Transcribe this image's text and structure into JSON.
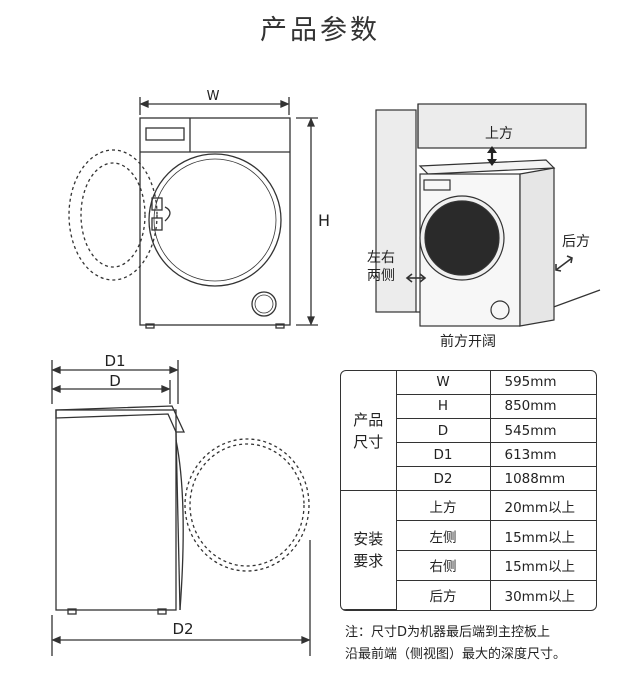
{
  "title": "产品参数",
  "front_view": {
    "width_label": "W",
    "height_label": "H"
  },
  "install_view": {
    "top_label": "上方",
    "rear_label": "后方",
    "sides_label_line1": "左右",
    "sides_label_line2": "两侧",
    "front_label": "前方开阔"
  },
  "side_view": {
    "d1_label": "D1",
    "d_label": "D",
    "d2_label": "D2"
  },
  "spec_table": {
    "groups": [
      {
        "name": "产品\n尺寸",
        "rows": [
          {
            "key": "W",
            "value": "595mm"
          },
          {
            "key": "H",
            "value": "850mm"
          },
          {
            "key": "D",
            "value": "545mm"
          },
          {
            "key": "D1",
            "value": "613mm"
          },
          {
            "key": "D2",
            "value": "1088mm"
          }
        ]
      },
      {
        "name": "安装\n要求",
        "rows": [
          {
            "key": "上方",
            "value": "20mm以上"
          },
          {
            "key": "左侧",
            "value": "15mm以上"
          },
          {
            "key": "右侧",
            "value": "15mm以上"
          },
          {
            "key": "后方",
            "value": "30mm以上"
          }
        ]
      }
    ]
  },
  "note_line1": "注：尺寸D为机器最后端到主控板上",
  "note_line2": "沿最前端（侧视图）最大的深度尺寸。"
}
